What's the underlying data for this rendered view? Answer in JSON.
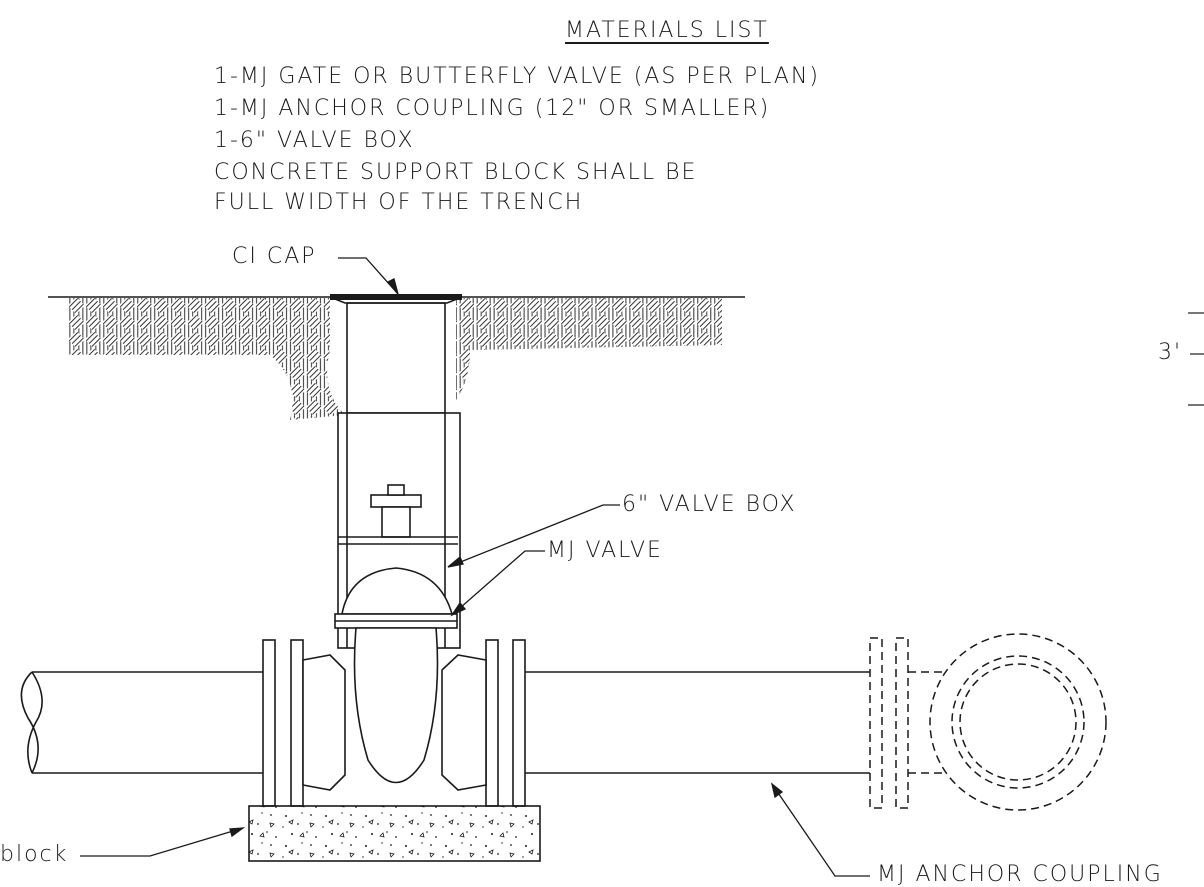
{
  "materials": {
    "title": "MATERIALS LIST",
    "lines": [
      "1-MJ GATE OR BUTTERFLY VALVE (AS PER PLAN)",
      "1-MJ ANCHOR COUPLING (12\" OR SMALLER)",
      "1-6\" VALVE BOX",
      "CONCRETE SUPPORT BLOCK SHALL BE",
      "FULL WIDTH OF THE TRENCH"
    ]
  },
  "callouts": {
    "ci_cap": "CI CAP",
    "valve_box": "6\" VALVE BOX",
    "mj_valve": "MJ VALVE",
    "concrete_block": "block",
    "anchor_coupling": "MJ ANCHOR COUPLING"
  },
  "dimensions": {
    "depth": "3'"
  },
  "colors": {
    "ink": "#1a1a1a",
    "background": "#ffffff"
  }
}
